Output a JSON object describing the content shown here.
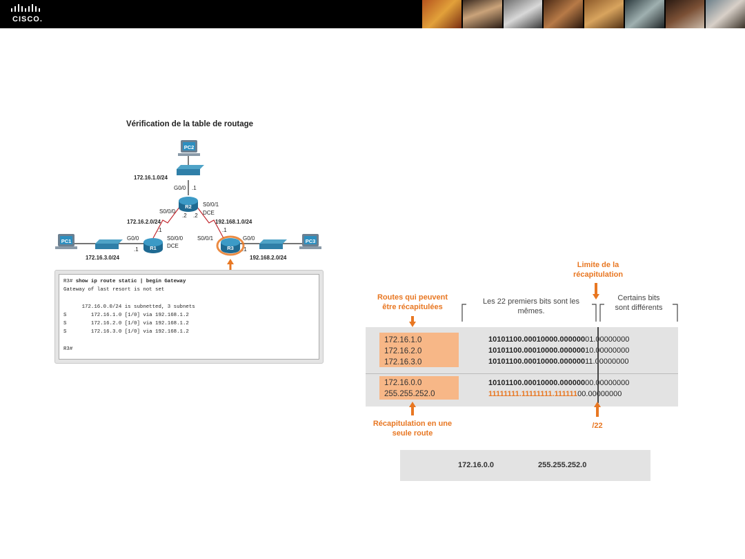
{
  "header": {
    "brand": "CISCO."
  },
  "left": {
    "title": "Vérification de la table de routage",
    "devices": {
      "pc1": "PC1",
      "pc2": "PC2",
      "pc3": "PC3",
      "r1": "R1",
      "r2": "R2",
      "r3": "R3"
    },
    "labels": {
      "net_top": "172.16.1.0/24",
      "r2_g00": "G0/0",
      "r2_g00_host": ".1",
      "r2_s000": "S0/0/0",
      "r2_s001": "S0/0/1",
      "r2_dce": "DCE",
      "r2_left_host": ".2",
      "r2_right_host": ".2",
      "net_left_serial": "172.16.2.0/24",
      "net_right_serial": "192.168.1.0/24",
      "r1_serial_host": ".1",
      "r3_serial_host": ".1",
      "r1_g00": "G0/0",
      "r1_s000": "S0/0/0",
      "r1_dce": "DCE",
      "r1_lan_host": ".1",
      "r3_s001": "S0/0/1",
      "r3_g00": "G0/0",
      "r3_lan_host": ".1",
      "net_left_lan": "172.16.3.0/24",
      "net_right_lan": "192.168.2.0/24"
    },
    "cli": {
      "prompt_cmd": "R3# ",
      "command": "show ip route static | begin Gateway",
      "lines": [
        "Gateway of last resort is not set",
        "",
        "      172.16.0.0/24 is subnetted, 3 subnets",
        "S        172.16.1.0 [1/0] via 192.168.1.2",
        "S        172.16.2.0 [1/0] via 192.168.1.2",
        "S        172.16.3.0 [1/0] via 192.168.1.2",
        "",
        "R3#"
      ]
    }
  },
  "right": {
    "limit_label": "Limite de la\nrécapitulation",
    "routes_label": "Routes qui peuvent\nêtre récapitulées",
    "same_bits_label": "Les 22 premiers bits sont les\nmêmes.",
    "diff_bits_label": "Certains bits\nsont différents",
    "routes": [
      "172.16.1.0",
      "172.16.2.0",
      "172.16.3.0"
    ],
    "route_bits_prefix": [
      "10101100.00010000.000000",
      "10101100.00010000.000000",
      "10101100.00010000.000000"
    ],
    "route_bits_suffix": [
      "01.00000000",
      "10.00000000",
      "11.00000000"
    ],
    "summary_addr": "172.16.0.0",
    "summary_mask": "255.255.252.0",
    "summary_bits_prefix": "10101100.00010000.000000",
    "summary_bits_suffix": "00.00000000",
    "mask_bits_prefix": "11111111.11111111.111111",
    "mask_bits_suffix": "00.00000000",
    "single_route_label": "Récapitulation en une\nseule route",
    "prefix_label": "/22",
    "result_addr": "172.16.0.0",
    "result_mask": "255.255.252.0",
    "colors": {
      "accent": "#e87722",
      "highlight": "#f7b787",
      "panel": "#e3e3e3"
    }
  }
}
